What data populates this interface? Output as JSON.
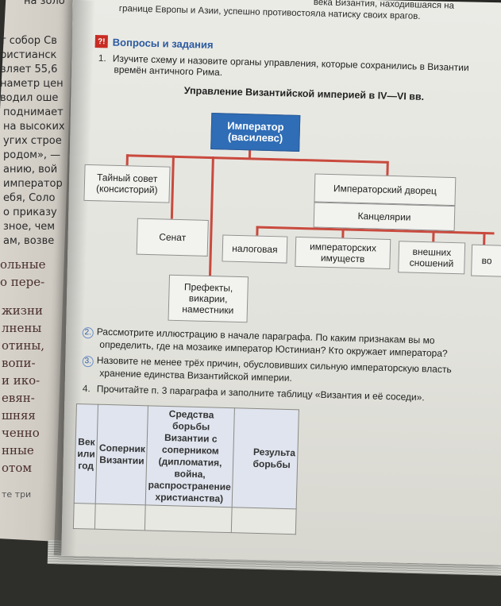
{
  "top_line": "границе Европы и Азии, успешно противостояла натиску своих врагов.",
  "top_fragment": "века Византия, находившаяся на",
  "section": {
    "badge": "?!",
    "title": "Вопросы и задания"
  },
  "tasks": [
    {
      "num": "1.",
      "line1": "Изучите схему и назовите органы управления, которые сохранились в Византии",
      "line2": "времён античного Рима."
    },
    {
      "num": "2.",
      "line1": "Рассмотрите иллюстрацию в начале параграфа. По каким признакам вы мо",
      "line2": "определить, где на мозаике император Юстиниан? Кто окружает императора?"
    },
    {
      "num": "3.",
      "line1": "Назовите не менее трёх причин, обусловивших сильную императорскую власть",
      "line2": "хранение единства Византийской империи."
    },
    {
      "num": "4.",
      "line1": "Прочитайте п. 3 параграфа и заполните таблицу «Византия и её соседи»."
    }
  ],
  "scheme": {
    "title": "Управление Византийской империей в IV—VI вв.",
    "emperor": [
      "Император",
      "(василевс)"
    ],
    "secret_council": [
      "Тайный совет",
      "(консисторий)"
    ],
    "palace": "Императорский дворец",
    "senate": "Сенат",
    "chancelleries": "Канцелярии",
    "prefects": [
      "Префекты,",
      "викарии,",
      "наместники"
    ],
    "offices": [
      [
        "налоговая"
      ],
      [
        "императорских",
        "имуществ"
      ],
      [
        "внешних",
        "сношений"
      ],
      [
        "во"
      ]
    ]
  },
  "table": {
    "headers": [
      [
        "Век",
        "или год"
      ],
      [
        "Соперник",
        "Византии"
      ],
      [
        "Средства борьбы",
        "Византии с соперником",
        "(дипломатия, война,",
        "распространение",
        "христианства)"
      ],
      [
        "Результа",
        "борьбы"
      ]
    ]
  },
  "left_fragments": [
    "на золо",
    "т собор Св",
    "ристианск",
    "вляет 55,6",
    "наметр цен",
    "водил оше",
    "поднимает",
    "на высоких",
    "угих строе",
    "родом», —",
    "анию, вой",
    "император",
    "ебя, Соло",
    "о приказу",
    "зное, чем",
    "ам, возве",
    "ольные",
    "о пере-",
    "жизни",
    "лнены",
    "отины,",
    "вопи-",
    "и ико-",
    "евян-",
    "шняя",
    "ченно",
    "нные",
    "отом",
    "те три"
  ]
}
